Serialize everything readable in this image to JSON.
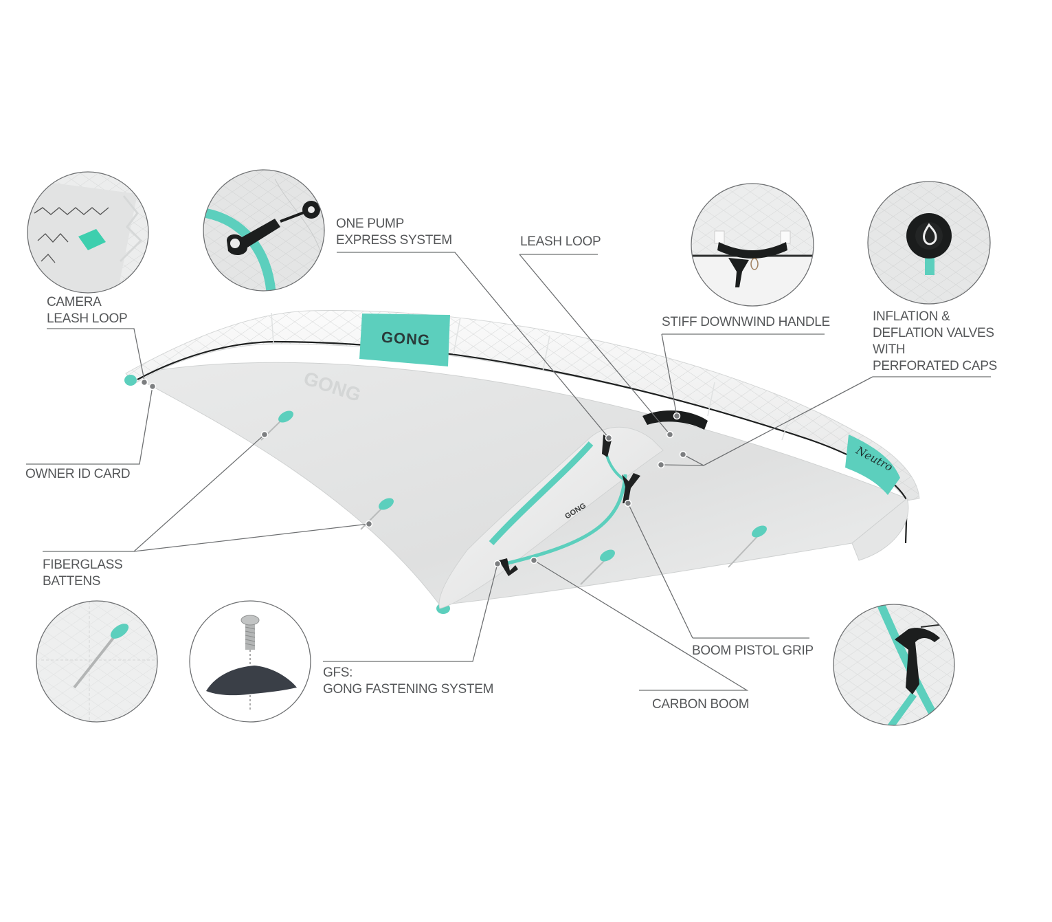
{
  "brand": {
    "main_logo": "GONG",
    "boom_logo": "GONG",
    "model_logo": "Neutro",
    "accent_color": "#5ccfbd",
    "line_color": "#6e7072",
    "text_color": "#555759"
  },
  "callouts": {
    "camera_leash_loop": [
      "CAMERA",
      "LEASH LOOP"
    ],
    "one_pump": [
      "ONE PUMP",
      "EXPRESS SYSTEM"
    ],
    "leash_loop": [
      "LEASH LOOP"
    ],
    "stiff_downwind_handle": [
      "STIFF DOWNWIND HANDLE"
    ],
    "inflation_valves": [
      "INFLATION &",
      "DEFLATION VALVES",
      "WITH",
      "PERFORATED CAPS"
    ],
    "owner_id_card": [
      "OWNER ID CARD"
    ],
    "fiberglass_battens": [
      "FIBERGLASS",
      "BATTENS"
    ],
    "boom_pistol_grip": [
      "BOOM PISTOL GRIP"
    ],
    "gfs": [
      "GFS:",
      "GONG FASTENING SYSTEM"
    ],
    "carbon_boom": [
      "CARBON BOOM"
    ]
  },
  "detail_icons": [
    "camera-leash-loop-closeup",
    "one-pump-express-closeup",
    "stiff-downwind-handle-closeup",
    "inflation-valve-closeup",
    "fiberglass-batten-closeup",
    "gfs-screw-closeup",
    "boom-pistol-grip-closeup"
  ]
}
